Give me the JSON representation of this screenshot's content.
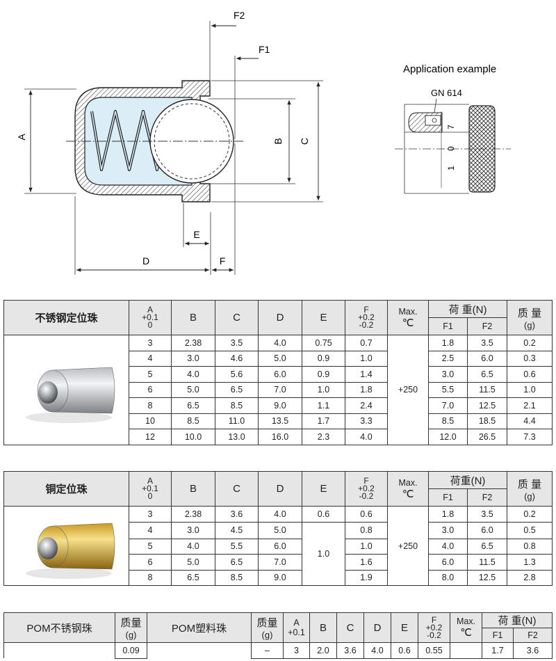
{
  "drawing": {
    "labels": {
      "A": "A",
      "B": "B",
      "C": "C",
      "D": "D",
      "E": "E",
      "F": "F",
      "F1": "F1",
      "F2": "F2"
    },
    "application": {
      "title": "Application example",
      "part": "GN 614",
      "dims": [
        "7",
        "0",
        "1"
      ]
    }
  },
  "columns": {
    "A": [
      "A",
      "+0.1",
      "0"
    ],
    "B": "B",
    "C": "C",
    "D": "D",
    "E": "E",
    "F": [
      "F",
      "+0.2",
      "-0.2"
    ],
    "max": [
      "Max.",
      "℃"
    ],
    "load": "荷 重(N)",
    "load_b": "荷重(N)",
    "load_c": "荷 重(N)",
    "F1": "F1",
    "F2": "F2",
    "mass": [
      "质 量",
      "(g)"
    ],
    "mass_c": [
      "质量",
      "(g)"
    ]
  },
  "table1": {
    "title": "不锈钢定位珠",
    "temp": "+250",
    "rows": [
      [
        "3",
        "2.38",
        "3.5",
        "4.0",
        "0.75",
        "0.7",
        "1.8",
        "3.5",
        "0.2"
      ],
      [
        "4",
        "3.0",
        "4.6",
        "5.0",
        "0.9",
        "1.0",
        "2.5",
        "6.0",
        "0.3"
      ],
      [
        "5",
        "4.0",
        "5.6",
        "6.0",
        "0.9",
        "1.4",
        "3.0",
        "6.5",
        "0.6"
      ],
      [
        "6",
        "5.0",
        "6.5",
        "7.0",
        "1.0",
        "1.8",
        "5.5",
        "11.5",
        "1.0"
      ],
      [
        "8",
        "6.5",
        "8.5",
        "9.0",
        "1.1",
        "2.4",
        "7.0",
        "12.5",
        "2.1"
      ],
      [
        "10",
        "8.5",
        "11.0",
        "13.5",
        "1.7",
        "3.3",
        "8.5",
        "18.5",
        "4.4"
      ],
      [
        "12",
        "10.0",
        "13.0",
        "16.0",
        "2.3",
        "4.0",
        "12.0",
        "26.5",
        "7.3"
      ]
    ]
  },
  "table2": {
    "title": "铜定位珠",
    "temp": "+250",
    "e_first": "0.6",
    "e_merged": "1.0",
    "rows": [
      [
        "3",
        "2.38",
        "3.6",
        "4.0",
        "0.6",
        "1.8",
        "3.5",
        "0.2"
      ],
      [
        "4",
        "3.0",
        "4.5",
        "5.0",
        "0.8",
        "3.0",
        "6.0",
        "0.5"
      ],
      [
        "5",
        "4.0",
        "5.5",
        "6.0",
        "1.0",
        "4.0",
        "6.5",
        "0.8"
      ],
      [
        "6",
        "5.0",
        "6.5",
        "7.0",
        "1.6",
        "6.0",
        "11.5",
        "1.3"
      ],
      [
        "8",
        "6.5",
        "8.5",
        "9.0",
        "1.9",
        "8.0",
        "12.5",
        "2.8"
      ]
    ]
  },
  "table3": {
    "title_a": "POM不锈钢珠",
    "title_b": "POM塑料珠",
    "row": {
      "mass_a": "0.09",
      "mass_b": "–",
      "A": "3",
      "B": "2.0",
      "C": "3.6",
      "D": "4.0",
      "E": "0.6",
      "F": "0.55",
      "F1": "1.7",
      "F2": "3.6"
    }
  },
  "colors": {
    "header_bg": "#e6e6e6",
    "spring_fill": "#dbeef8",
    "steel": "#c9ccd0",
    "brass": "#d9b443"
  }
}
